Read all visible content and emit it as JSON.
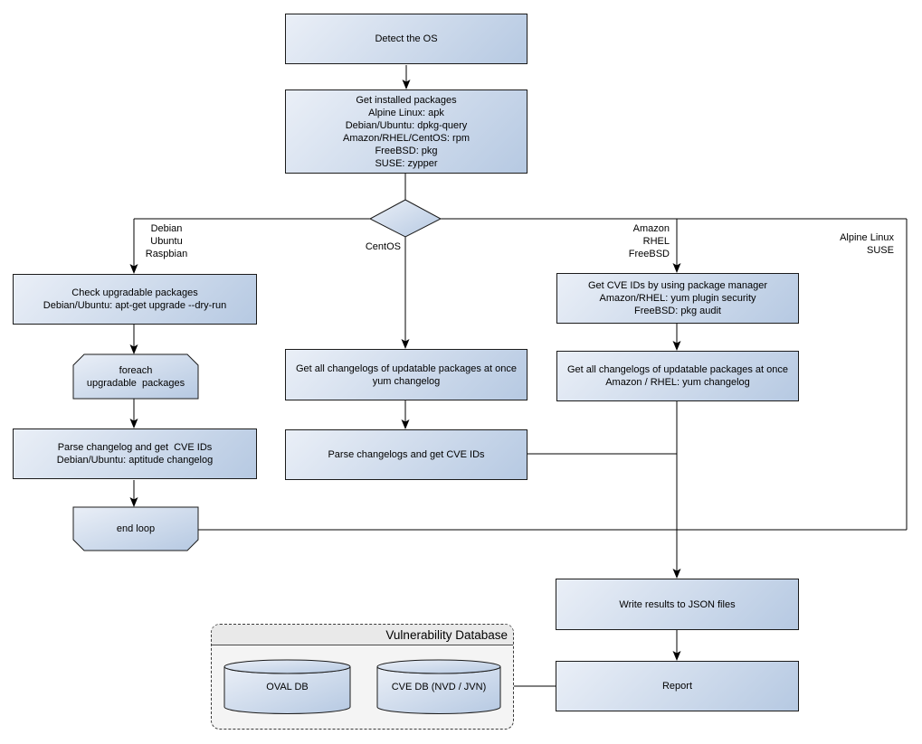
{
  "nodes": {
    "detect_os": "Detect the OS",
    "get_installed_packages": "Get installed packages\nAlpine Linux: apk\nDebian/Ubuntu: dpkg-query\nAmazon/RHEL/CentOS: rpm\nFreeBSD: pkg\nSUSE: zypper",
    "check_upgradable_packages": "Check upgradable packages\nDebian/Ubuntu: apt-get upgrade --dry-run",
    "foreach_upgradable_packages": "foreach\nupgradable  packages",
    "parse_changelog_left": "Parse changelog and get  CVE IDs\nDebian/Ubuntu: aptitude changelog",
    "end_loop": "end loop",
    "get_all_changelogs_centos": "Get all changelogs of updatable packages at once\nyum changelog",
    "parse_changelogs_centos": "Parse changelogs and get CVE IDs",
    "get_cve_ids_pkg_manager": "Get CVE IDs by using package manager\nAmazon/RHEL: yum plugin security\nFreeBSD: pkg audit",
    "get_all_changelogs_amazon": "Get all changelogs of updatable packages at once\nAmazon / RHEL: yum changelog",
    "write_results": "Write results to JSON files",
    "report": "Report"
  },
  "branch_labels": {
    "debian": "Debian\nUbuntu\nRaspbian",
    "centos": "CentOS",
    "amazon": "Amazon\nRHEL\nFreeBSD",
    "alpine": "Alpine Linux\nSUSE"
  },
  "database": {
    "title": "Vulnerability Database",
    "oval_db": "OVAL DB",
    "cve_db": "CVE DB (NVD / JVN)"
  },
  "colors": {
    "node_fill_light": "#eaeff7",
    "node_fill_blue": "#b6c9e2",
    "node_border": "#1b1b1b",
    "connector": "#000000",
    "panel_fill": "#f4f4f4",
    "panel_header_fill": "#e9e9e9"
  }
}
